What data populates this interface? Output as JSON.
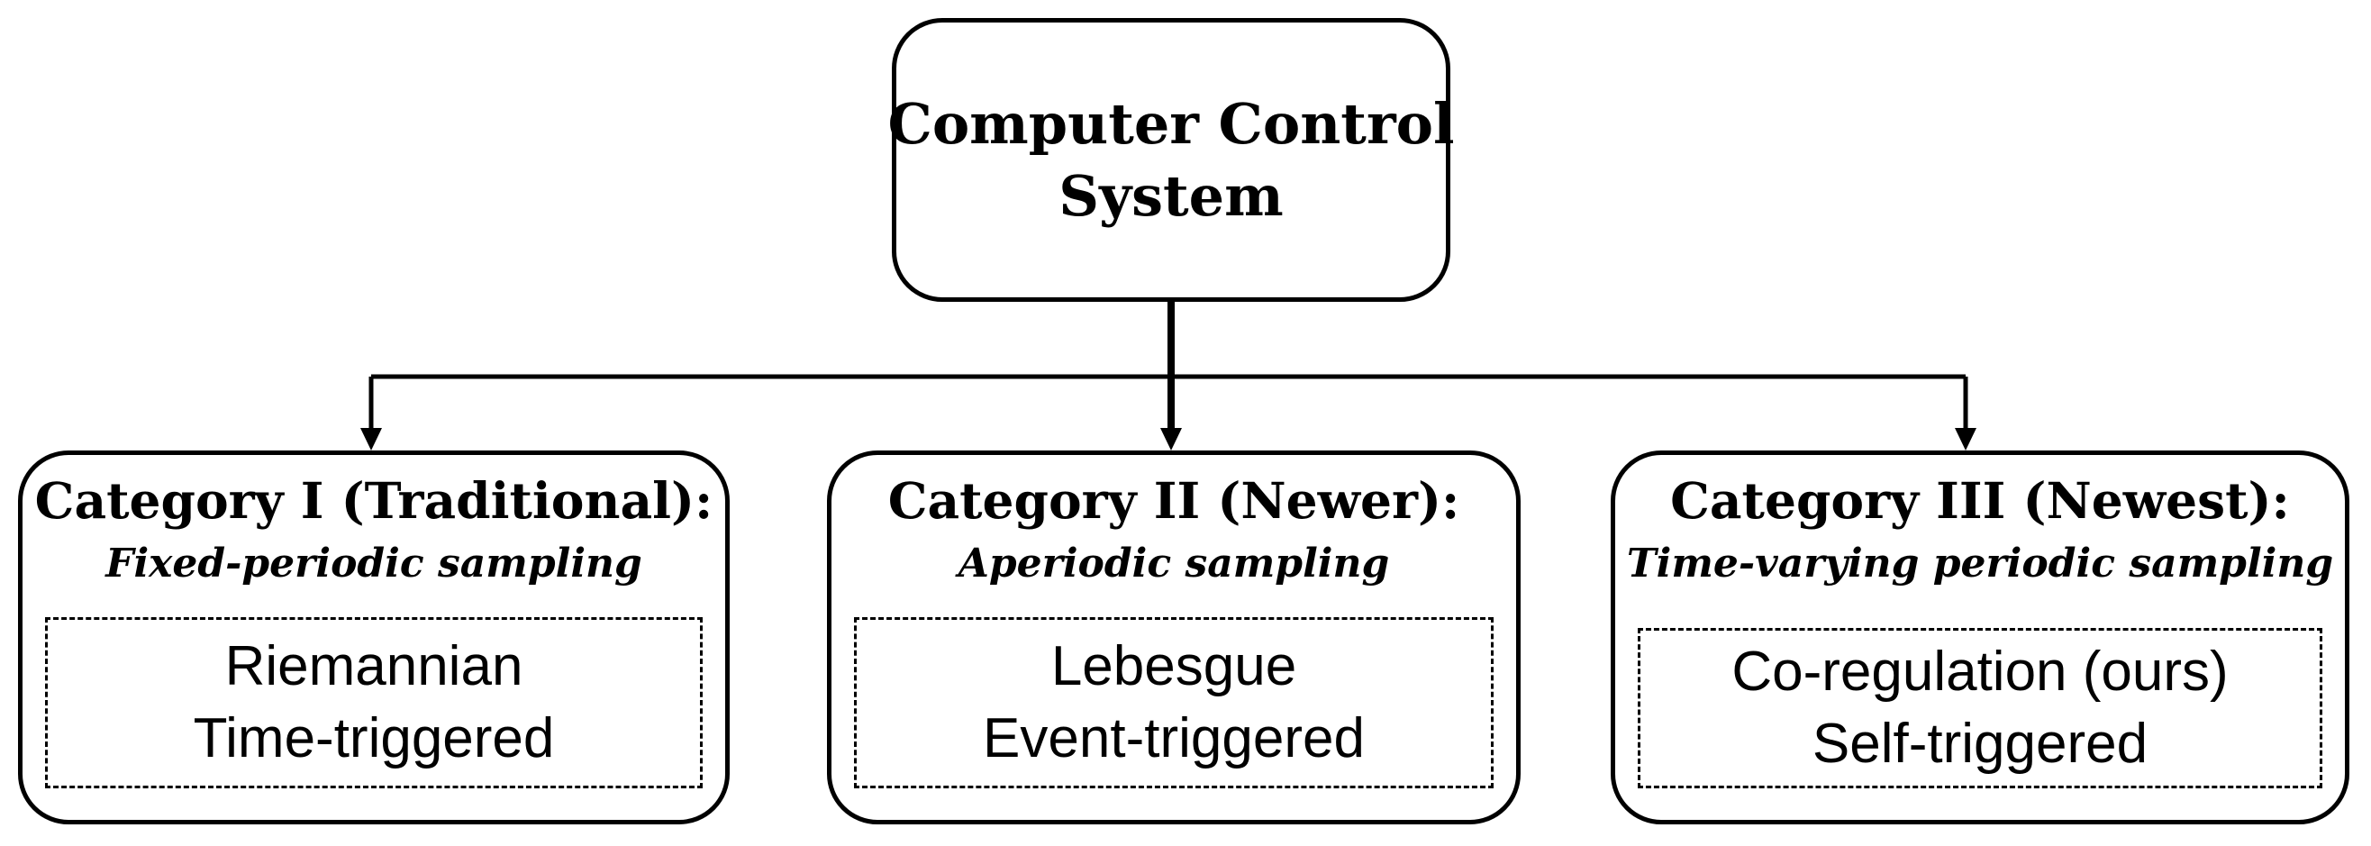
{
  "root": {
    "line1": "Computer Control",
    "line2": "System"
  },
  "categories": [
    {
      "title": "Category I (Traditional):",
      "subtitle": "Fixed-periodic sampling",
      "method1": "Riemannian",
      "method2": "Time-triggered"
    },
    {
      "title": "Category II (Newer):",
      "subtitle": "Aperiodic sampling",
      "method1": "Lebesgue",
      "method2": "Event-triggered"
    },
    {
      "title": "Category III (Newest):",
      "subtitle": "Time-varying periodic sampling",
      "method1": "Co-regulation (ours)",
      "method2": "Self-triggered"
    }
  ]
}
